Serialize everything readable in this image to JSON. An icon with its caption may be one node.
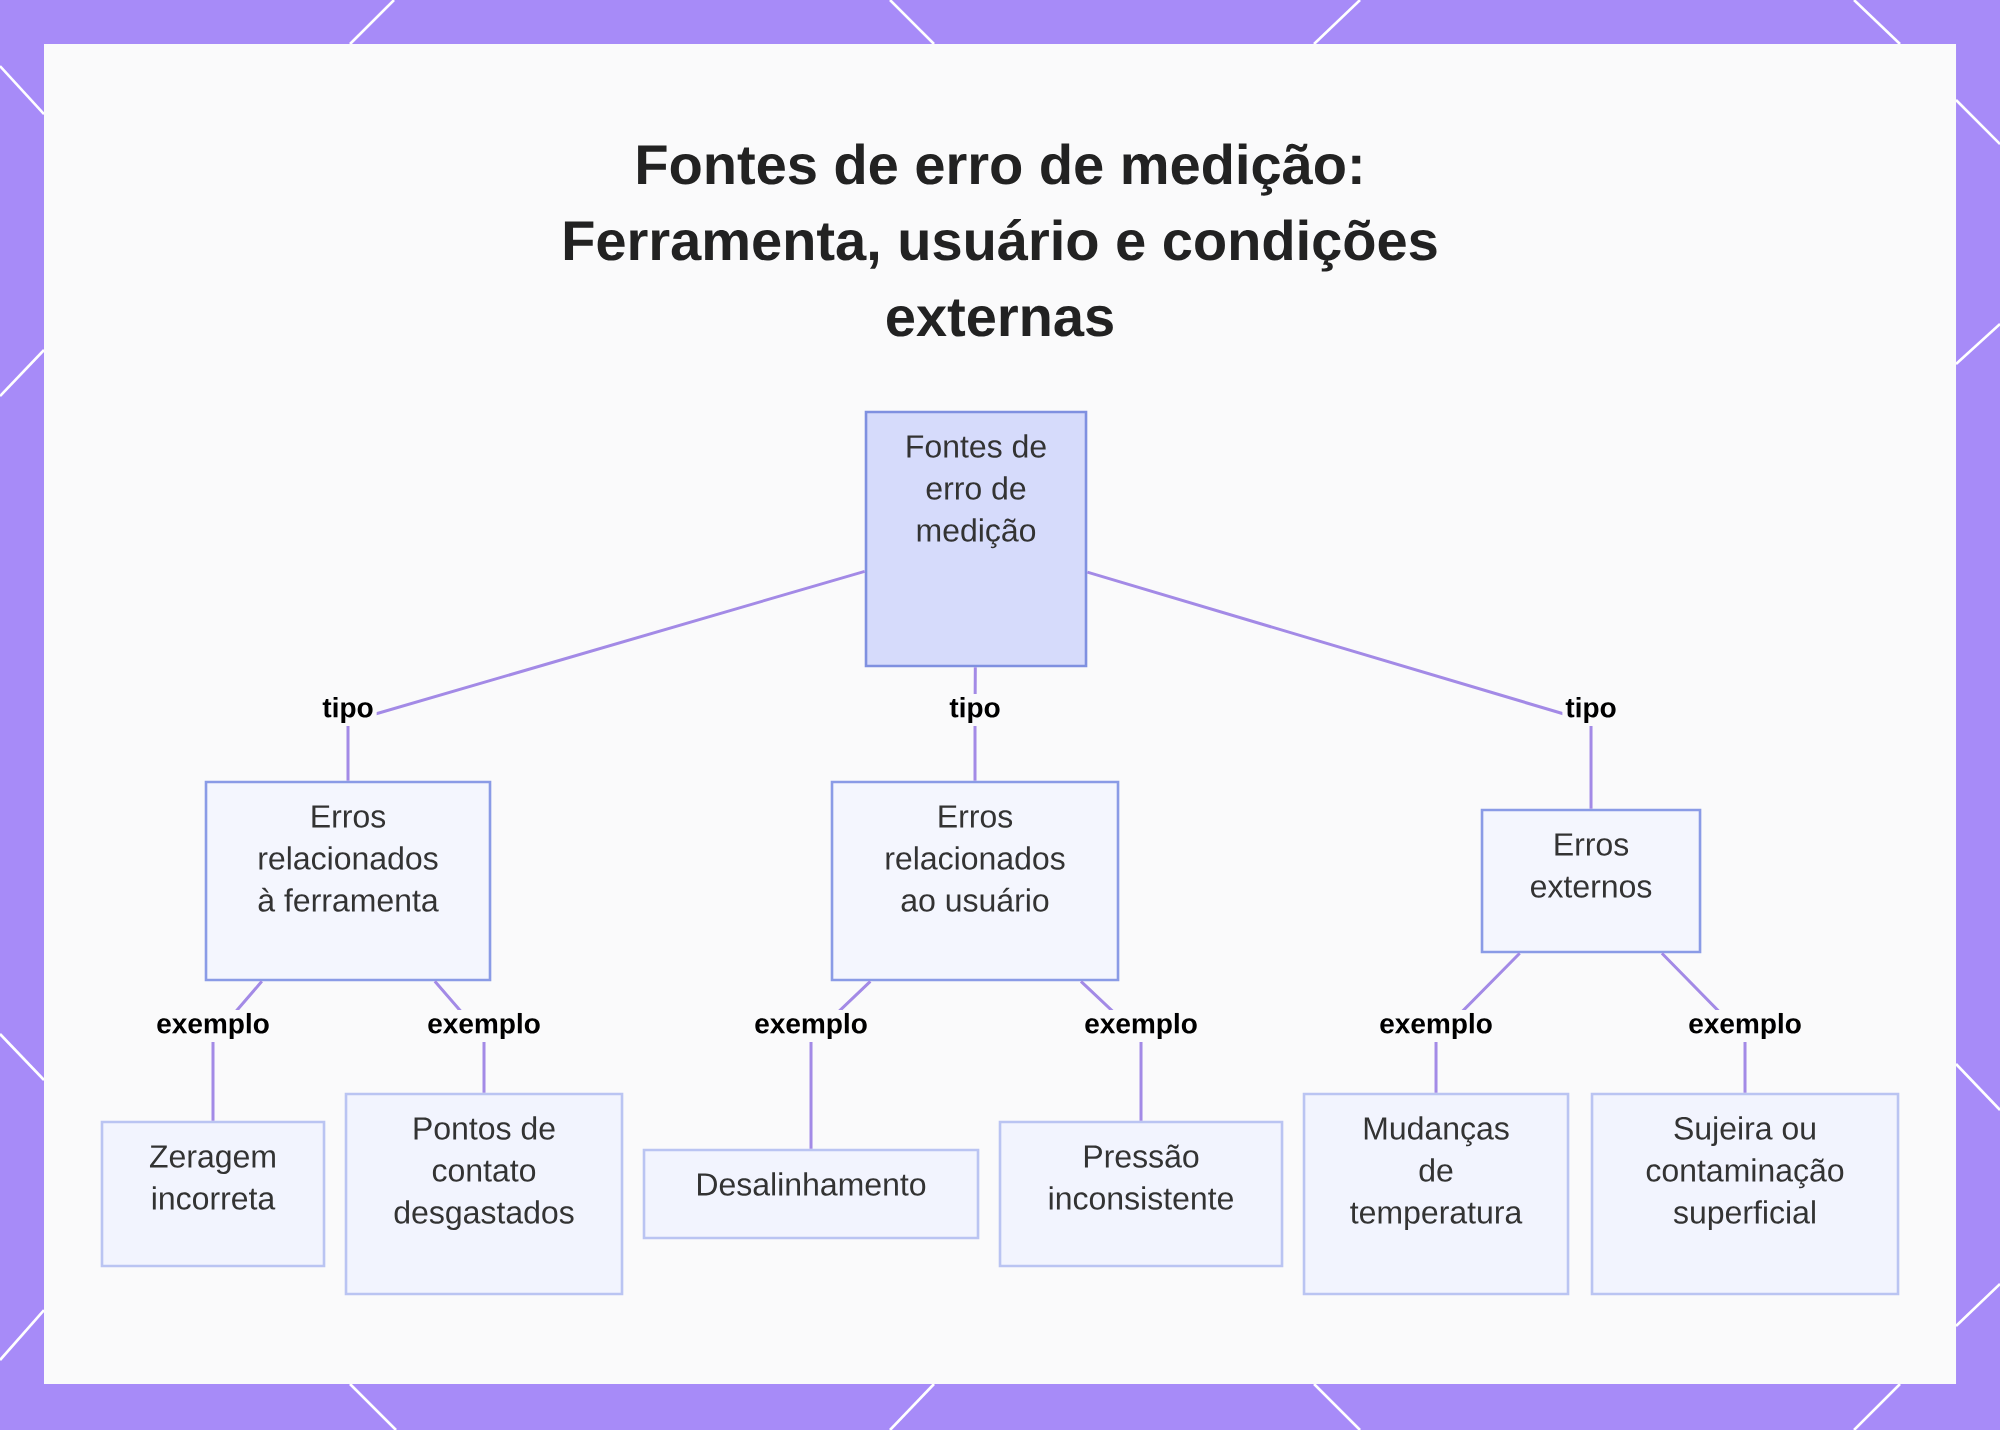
{
  "diagram": {
    "title": "Fontes de erro de medição: Ferramenta, usuário e condições externas",
    "nodes": [
      {
        "text": [
          "Fontes de erro de medição"
        ]
      },
      {
        "text": [
          "Erros relacionados à ferramenta"
        ]
      },
      {
        "text": [
          "Erros relacionados ao usuário"
        ]
      },
      {
        "text": [
          "Erros externos"
        ]
      },
      {
        "text": [
          "Zeragem incorreta"
        ]
      },
      {
        "text": [
          "Pontos de contato desgastados"
        ]
      },
      {
        "text": [
          "Desalinhamento"
        ]
      },
      {
        "text": [
          "Pressão inconsistente"
        ]
      },
      {
        "text": [
          "Mudanças de temperatura"
        ]
      },
      {
        "text": [
          "Sujeira ou contaminação superficial"
        ]
      }
    ],
    "edges": [
      {
        "from": 0,
        "to": 1,
        "arrow": "none",
        "label": "tipo"
      },
      {
        "from": 0,
        "to": 2,
        "arrow": "none",
        "label": "tipo"
      },
      {
        "from": 0,
        "to": 3,
        "arrow": "none",
        "label": "tipo"
      },
      {
        "from": 1,
        "to": 4,
        "arrow": "none",
        "label": "exemplo"
      },
      {
        "from": 1,
        "to": 5,
        "arrow": "none",
        "label": "exemplo"
      },
      {
        "from": 2,
        "to": 6,
        "arrow": "none",
        "label": "exemplo"
      },
      {
        "from": 2,
        "to": 7,
        "arrow": "none",
        "label": "exemplo"
      },
      {
        "from": 3,
        "to": 8,
        "arrow": "none",
        "label": "exemplo"
      },
      {
        "from": 3,
        "to": 9,
        "arrow": "none",
        "label": "exemplo"
      }
    ]
  }
}
